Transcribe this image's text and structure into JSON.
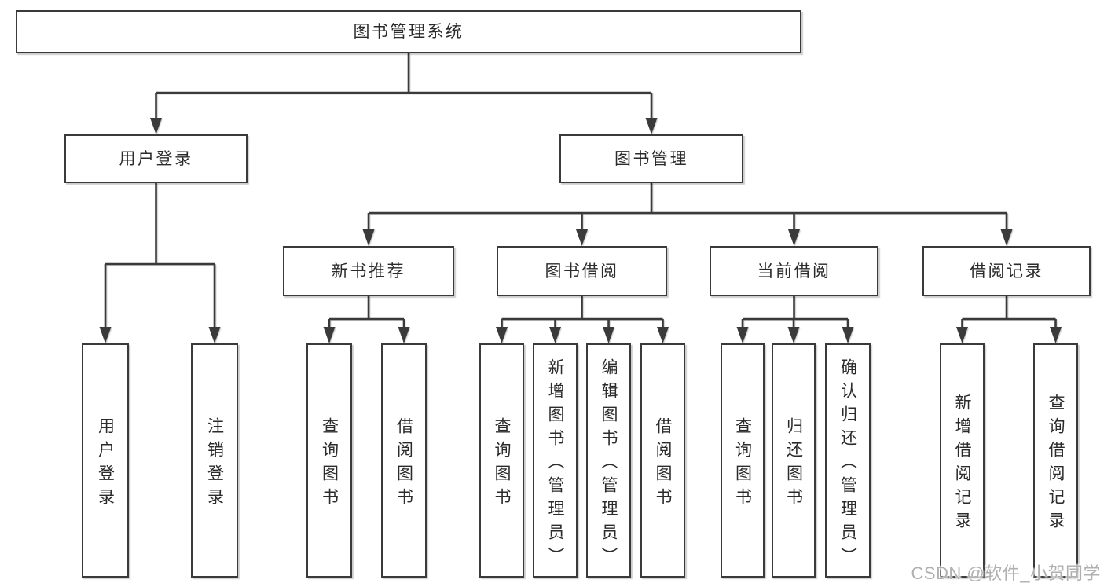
{
  "diagram": {
    "title": "图书管理系统",
    "branches": {
      "user_login": {
        "label": "用户登录",
        "children": [
          "用户登录",
          "注销登录"
        ]
      },
      "book_management": {
        "label": "图书管理",
        "modules": {
          "new_book_recommend": {
            "label": "新书推荐",
            "children": [
              "查询图书",
              "借阅图书"
            ]
          },
          "book_borrow": {
            "label": "图书借阅",
            "children": [
              "查询图书",
              "新增图书（管理员）",
              "编辑图书（管理员）",
              "借阅图书"
            ]
          },
          "current_borrow": {
            "label": "当前借阅",
            "children": [
              "查询图书",
              "归还图书",
              "确认归还（管理员）"
            ]
          },
          "borrow_records": {
            "label": "借阅记录",
            "children": [
              "新增借阅记录",
              "查询借阅记录"
            ]
          }
        }
      }
    },
    "watermark": "CSDN @软件_小贺同学",
    "colors": {
      "line": "#3a3a3a",
      "text": "#2b2b2b",
      "background": "#ffffff",
      "watermark": "#b0b0b0"
    }
  }
}
